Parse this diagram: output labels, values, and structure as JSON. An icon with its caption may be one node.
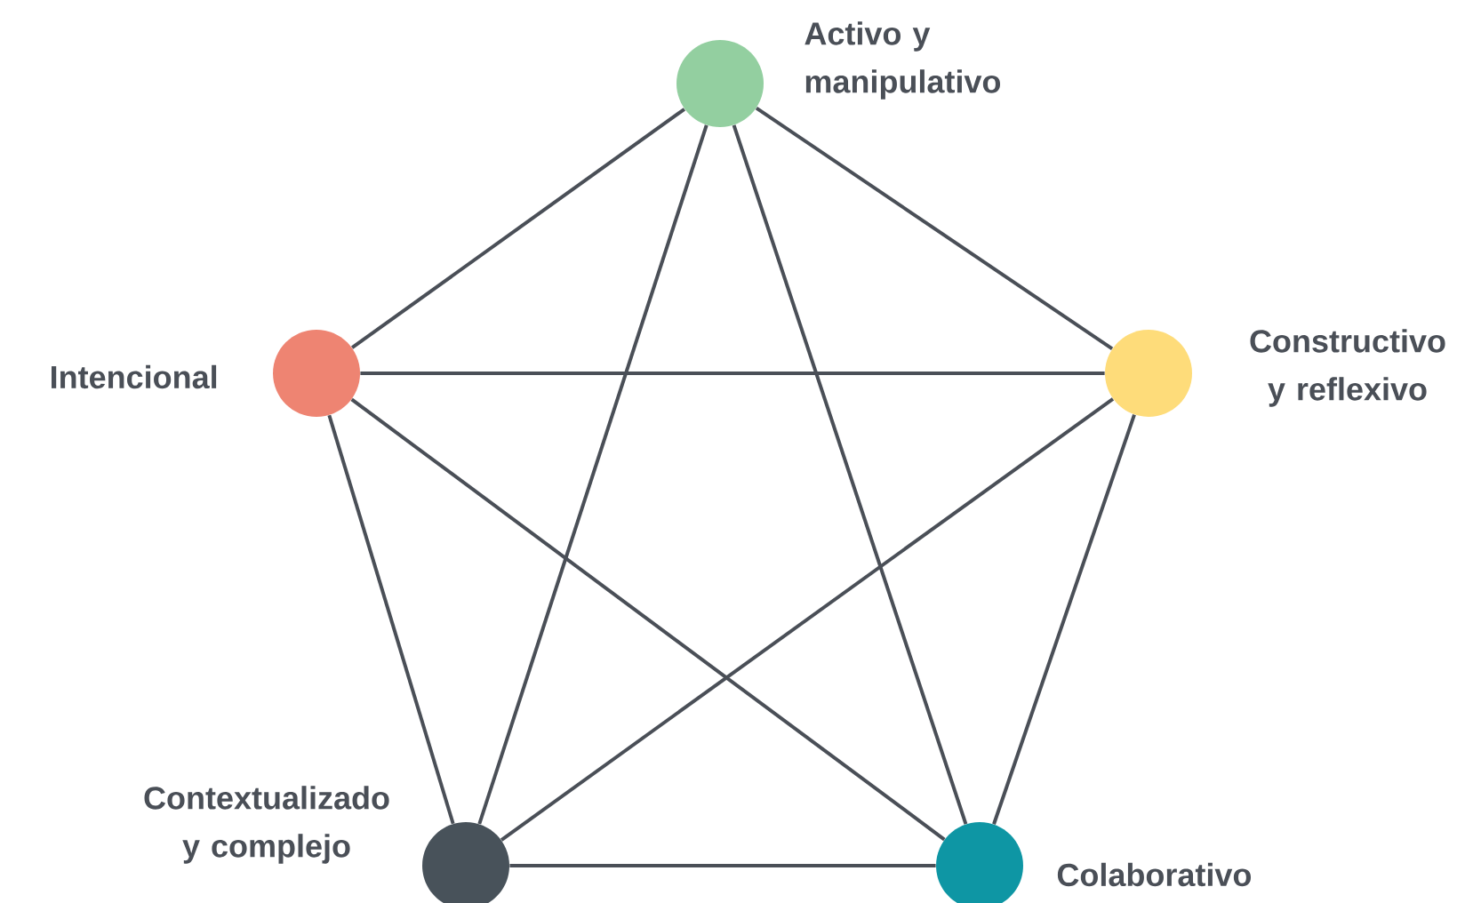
{
  "diagram": {
    "nodes": [
      {
        "text": [],
        "shape": "circle",
        "beside": [
          "Activo y manipulativo"
        ]
      },
      {
        "text": [],
        "shape": "circle",
        "beside": [
          "Intencional"
        ]
      },
      {
        "text": [],
        "shape": "circle",
        "beside": [
          "Constructivo y reflexivo"
        ]
      },
      {
        "text": [],
        "shape": "circle",
        "beside": [
          "Contextualizado y complejo"
        ]
      },
      {
        "text": [],
        "shape": "circle",
        "beside": [
          "Colaborativo"
        ]
      }
    ],
    "edges": [
      {
        "from": 0,
        "to": 1,
        "arrow": "none"
      },
      {
        "from": 0,
        "to": 2,
        "arrow": "none"
      },
      {
        "from": 0,
        "to": 3,
        "arrow": "none"
      },
      {
        "from": 0,
        "to": 4,
        "arrow": "none"
      },
      {
        "from": 1,
        "to": 2,
        "arrow": "none"
      },
      {
        "from": 1,
        "to": 3,
        "arrow": "none"
      },
      {
        "from": 1,
        "to": 4,
        "arrow": "none"
      },
      {
        "from": 2,
        "to": 3,
        "arrow": "none"
      },
      {
        "from": 2,
        "to": 4,
        "arrow": "none"
      },
      {
        "from": 3,
        "to": 4,
        "arrow": "none"
      }
    ]
  }
}
